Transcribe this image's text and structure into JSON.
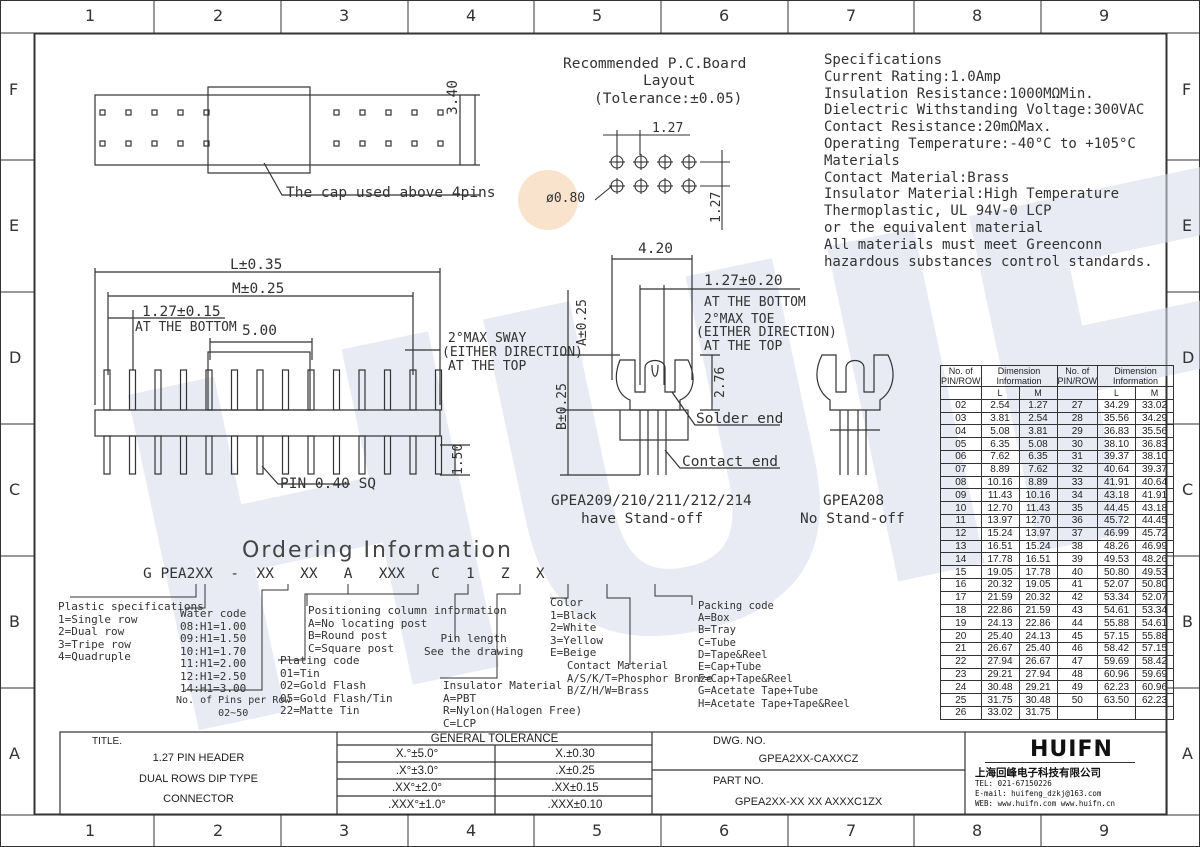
{
  "grid": {
    "cols": [
      "1",
      "2",
      "3",
      "4",
      "5",
      "6",
      "7",
      "8",
      "9"
    ],
    "rows": [
      "F",
      "E",
      "D",
      "C",
      "B",
      "A"
    ]
  },
  "top_view": {
    "dim": "3.40",
    "cap_note": "The cap used above 4pins"
  },
  "side_view": {
    "l": "L±0.35",
    "m": "M±0.25",
    "pitch": "1.27±0.15",
    "bottom": "AT THE BOTTOM",
    "width": "5.00",
    "sway1": "2°MAX SWAY",
    "sway2": "(EITHER DIRECTION)",
    "sway3": "AT THE TOP",
    "h": "1.50",
    "pin": "PIN 0.40 SQ"
  },
  "pcb": {
    "title1": "Recommended P.C.Board",
    "title2": "Layout",
    "title3": "(Tolerance:±0.05)",
    "pitch": "1.27",
    "hole": "ø0.80",
    "pitch_v": "1.27"
  },
  "front_view": {
    "w": "4.20",
    "pitch": "1.27±0.20",
    "bottom": "AT THE BOTTOM",
    "toe1": "2°MAX TOE",
    "toe2": "(EITHER DIRECTION)",
    "toe3": "AT THE TOP",
    "a": "A±0.25",
    "b": "B±0.25",
    "h": "2.76",
    "solder": "Solder end",
    "contact": "Contact end",
    "cap1": "GPEA209/210/211/212/214",
    "cap2": "have Stand-off"
  },
  "gpea208": {
    "cap1": "GPEA208",
    "cap2": "No Stand-off"
  },
  "specs": {
    "lines": [
      "Specifications",
      "Current Rating:1.0Amp",
      "Insulation Resistance:1000MΩMin.",
      "Dielectric Withstanding Voltage:300VAC",
      "Contact Resistance:20mΩMax.",
      "Operating Temperature:-40°C to +105°C",
      "Materials",
      "Contact Material:Brass",
      "Insulator Material:High Temperature",
      "Thermoplastic, UL 94V-0 LCP",
      "or the equivalent material",
      "All materials must meet Greenconn",
      "hazardous substances control standards."
    ]
  },
  "ordering": {
    "title": "Ordering Information",
    "code": "G PEA2XX  -  XX   XX   A   XXX   C   1   Z   X",
    "plastic": [
      "Plastic specifications",
      "1=Single row",
      "2=Dual row",
      "3=Tripe row",
      "4=Quadruple"
    ],
    "water": [
      "Water code",
      "08:H1=1.00",
      "09:H1=1.50",
      "10:H1=1.70",
      "11:H1=2.00",
      "12:H1=2.50",
      "14:H1=3.00"
    ],
    "pins": [
      "No. of Pins per Row",
      "02~50"
    ],
    "plating": [
      "Plating code",
      "01=Tin",
      "02=Gold Flash",
      "05=Gold Flash/Tin",
      "22=Matte Tin"
    ],
    "position": [
      "Positioning column information",
      "A=No locating post",
      "B=Round post",
      "C=Square post"
    ],
    "pin_length": [
      "Pin length",
      "See the drawing"
    ],
    "insulator": [
      "Insulator Material",
      "A=PBT",
      "R=Nylon(Halogen Free)",
      "C=LCP"
    ],
    "color": [
      "Color",
      "1=Black",
      "2=White",
      "3=Yellow",
      "E=Beige"
    ],
    "contact": [
      "Contact Material",
      "A/S/K/T=Phosphor Bronze",
      "B/Z/H/W=Brass"
    ],
    "packing": [
      "Packing code",
      "A=Box",
      "B=Tray",
      "C=Tube",
      "D=Tape&Reel",
      "E=Cap+Tube",
      "F=Cap+Tape&Reel",
      "G=Acetate Tape+Tube",
      "H=Acetate Tape+Tape&Reel"
    ]
  },
  "dim_table": {
    "h_no": "No. of",
    "h_pin": "PIN/ROW",
    "h_dim": "Dimension Information",
    "h_l": "L",
    "h_m": "M",
    "left": [
      [
        "02",
        "2.54",
        "1.27"
      ],
      [
        "03",
        "3.81",
        "2.54"
      ],
      [
        "04",
        "5.08",
        "3.81"
      ],
      [
        "05",
        "6.35",
        "5.08"
      ],
      [
        "06",
        "7.62",
        "6.35"
      ],
      [
        "07",
        "8.89",
        "7.62"
      ],
      [
        "08",
        "10.16",
        "8.89"
      ],
      [
        "09",
        "11.43",
        "10.16"
      ],
      [
        "10",
        "12.70",
        "11.43"
      ],
      [
        "11",
        "13.97",
        "12.70"
      ],
      [
        "12",
        "15.24",
        "13.97"
      ],
      [
        "13",
        "16.51",
        "15.24"
      ],
      [
        "14",
        "17.78",
        "16.51"
      ],
      [
        "15",
        "19.05",
        "17.78"
      ],
      [
        "16",
        "20.32",
        "19.05"
      ],
      [
        "17",
        "21.59",
        "20.32"
      ],
      [
        "18",
        "22.86",
        "21.59"
      ],
      [
        "19",
        "24.13",
        "22.86"
      ],
      [
        "20",
        "25.40",
        "24.13"
      ],
      [
        "21",
        "26.67",
        "25.40"
      ],
      [
        "22",
        "27.94",
        "26.67"
      ],
      [
        "23",
        "29.21",
        "27.94"
      ],
      [
        "24",
        "30.48",
        "29.21"
      ],
      [
        "25",
        "31.75",
        "30.48"
      ],
      [
        "26",
        "33.02",
        "31.75"
      ]
    ],
    "right": [
      [
        "27",
        "34.29",
        "33.02"
      ],
      [
        "28",
        "35.56",
        "34.29"
      ],
      [
        "29",
        "36.83",
        "35.56"
      ],
      [
        "30",
        "38.10",
        "36.83"
      ],
      [
        "31",
        "39.37",
        "38.10"
      ],
      [
        "32",
        "40.64",
        "39.37"
      ],
      [
        "33",
        "41.91",
        "40.64"
      ],
      [
        "34",
        "43.18",
        "41.91"
      ],
      [
        "35",
        "44.45",
        "43.18"
      ],
      [
        "36",
        "45.72",
        "44.45"
      ],
      [
        "37",
        "46.99",
        "45.72"
      ],
      [
        "38",
        "48.26",
        "46.99"
      ],
      [
        "39",
        "49.53",
        "48.26"
      ],
      [
        "40",
        "50.80",
        "49.53"
      ],
      [
        "41",
        "52.07",
        "50.80"
      ],
      [
        "42",
        "53.34",
        "52.07"
      ],
      [
        "43",
        "54.61",
        "53.34"
      ],
      [
        "44",
        "55.88",
        "54.61"
      ],
      [
        "45",
        "57.15",
        "55.88"
      ],
      [
        "46",
        "58.42",
        "57.15"
      ],
      [
        "47",
        "59.69",
        "58.42"
      ],
      [
        "48",
        "60.96",
        "59.69"
      ],
      [
        "49",
        "62.23",
        "60.96"
      ],
      [
        "50",
        "63.50",
        "62.23"
      ],
      [
        "",
        "",
        " "
      ]
    ]
  },
  "title_block": {
    "title_label": "TITLE.",
    "title1": "1.27 PIN HEADER",
    "title2": "DUAL ROWS DIP TYPE",
    "title3": "CONNECTOR",
    "tol_header": "GENERAL TOLERANCE",
    "tol": [
      [
        "X.°±5.0°",
        "X.±0.30"
      ],
      [
        ".X°±3.0°",
        ".X±0.25"
      ],
      [
        ".XX°±2.0°",
        ".XX±0.15"
      ],
      [
        ".XXX°±1.0°",
        ".XXX±0.10"
      ]
    ],
    "dwg_label": "DWG. NO.",
    "dwg": "GPEA2XX-CAXXCZ",
    "part_label": "PART NO.",
    "part": "GPEA2XX-XX XX AXXXC1ZX"
  },
  "company": {
    "logo": "HUIFN",
    "name": "上海回峰电子科技有限公司",
    "tel": "TEL: 021-67150226",
    "email": "E-mail: huifeng_dzkj@163.com",
    "web": "WEB: www.huifn.com  www.huifn.cn"
  },
  "watermark": "HUIFN",
  "colors": {
    "line": "#333333",
    "watermark": "#d6dceb",
    "accent": "#f3c49a"
  }
}
